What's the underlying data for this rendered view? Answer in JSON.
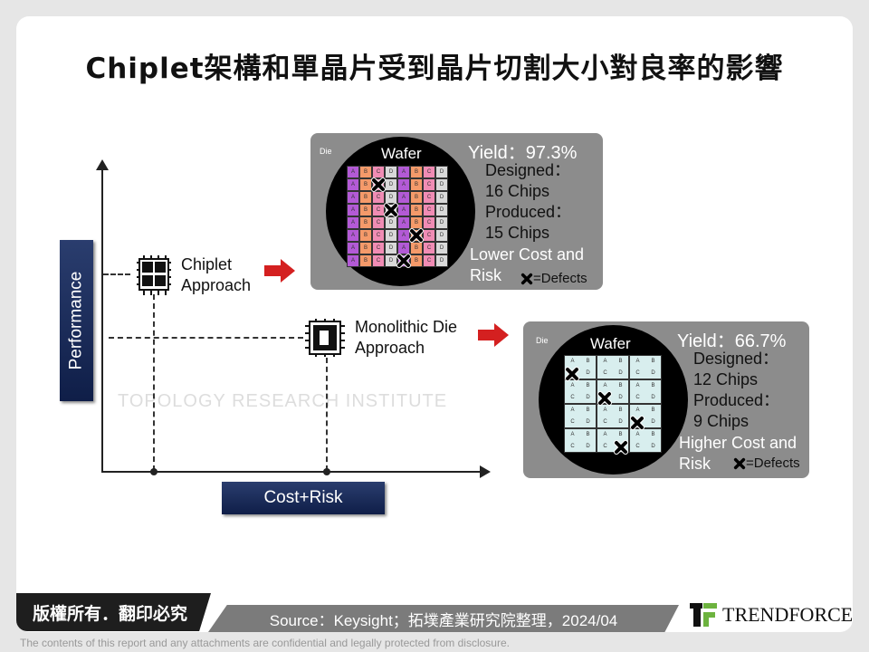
{
  "title": "Chiplet架構和單晶片受到晶片切割大小對良率的影響",
  "axes": {
    "y_label": "Performance",
    "x_label": "Cost+Risk"
  },
  "chiplet": {
    "label_line1": "Chiplet",
    "label_line2": "Approach",
    "die_label": "Die",
    "wafer_label": "Wafer",
    "yield": "Yield：97.3%",
    "designed_label": "Designed：",
    "designed_value": "16 Chips",
    "produced_label": "Produced：",
    "produced_value": "15 Chips",
    "note_line1": "Lower Cost and",
    "note_line2": "Risk",
    "legend": "=Defects",
    "columns": [
      "A",
      "B",
      "C",
      "D",
      "A",
      "B",
      "C",
      "D"
    ],
    "colors": [
      "#b35ad6",
      "#f59a6a",
      "#f08cb4",
      "#d9d9d9"
    ]
  },
  "monolithic": {
    "label_line1": "Monolithic Die",
    "label_line2": "Approach",
    "die_label": "Die",
    "wafer_label": "Wafer",
    "yield": "Yield：66.7%",
    "designed_label": "Designed：",
    "designed_value": "12 Chips",
    "produced_label": "Produced：",
    "produced_value": "9 Chips",
    "note_line1": "Higher Cost and",
    "note_line2": "Risk",
    "legend": "=Defects",
    "cell_letters": [
      "A",
      "B",
      "C",
      "D"
    ],
    "color": "#d8eeee"
  },
  "watermark": "TOPOLOGY RESEARCH INSTITUTE",
  "footer": {
    "copyright": "版權所有．翻印必究",
    "source": "Source：Keysight；拓墣產業研究院整理，2024/04",
    "brand": "TRENDFORCE",
    "disclaimer": "The contents of this report and any attachments are confidential and legally protected from disclosure."
  }
}
